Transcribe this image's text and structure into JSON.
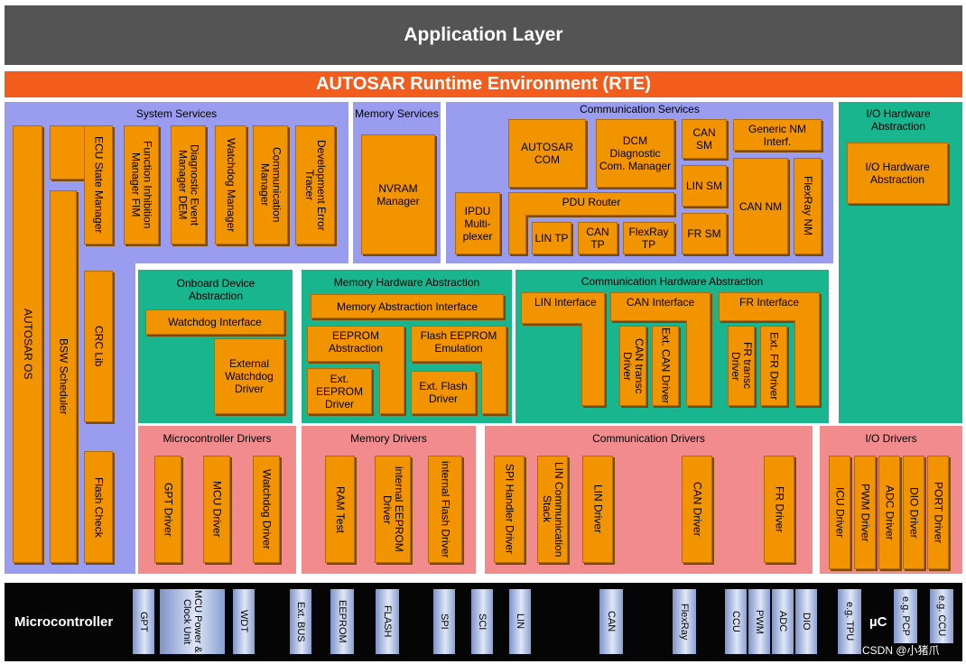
{
  "application_layer": "Application Layer",
  "rte": "AUTOSAR Runtime Environment (RTE)",
  "system_services": {
    "title": "System Services",
    "autosar_os": "AUTOSAR OS",
    "bsw_scheduler": "BSW Scheduler",
    "ecu_state_manager": "ECU State Manager",
    "function_inhibition": "Function Inhibition Manager FIM",
    "diagnostic_event": "Diagnostic Event Manager DEM",
    "watchdog_manager": "Watchdog Manager",
    "communication_manager": "Communication Manager",
    "development_error_tracer": "Development Error Tracer",
    "crc_lib": "CRC Lib",
    "flash_check": "Flash Check"
  },
  "memory_services": {
    "title": "Memory Services",
    "nvram_manager": "NVRAM Manager"
  },
  "communication_services": {
    "title": "Communication Services",
    "autosar_com": "AUTOSAR COM",
    "dcm": "DCM Diagnostic Com. Manager",
    "can_sm": "CAN SM",
    "generic_nm": "Generic NM Interf.",
    "lin_sm": "LIN SM",
    "can_nm": "CAN NM",
    "flexray_nm": "FlexRay NM",
    "fr_sm": "FR SM",
    "ipdu_multiplexer": "IPDU Multi-plexer",
    "pdu_router": "PDU Router",
    "lin_tp": "LIN TP",
    "can_tp": "CAN TP",
    "flexray_tp": "FlexRay TP"
  },
  "io_hw_abstraction": {
    "title": "I/O Hardware Abstraction",
    "box": "I/O Hardware Abstraction"
  },
  "onboard_device_abstraction": {
    "title": "Onboard Device Abstraction",
    "watchdog_interface": "Watchdog Interface",
    "external_watchdog_driver": "External Watchdog Driver"
  },
  "memory_hw_abstraction": {
    "title": "Memory Hardware Abstraction",
    "memory_abstraction_interface": "Memory Abstraction Interface",
    "eeprom_abstraction": "EEPROM Abstraction",
    "flash_eeprom_emulation": "Flash EEPROM Emulation",
    "ext_eeprom_driver": "Ext. EEPROM Driver",
    "ext_flash_driver": "Ext. Flash Driver"
  },
  "comm_hw_abstraction": {
    "title": "Communication Hardware Abstraction",
    "lin_interface": "LIN Interface",
    "can_interface": "CAN Interface",
    "fr_interface": "FR Interface",
    "can_transc_driver": "CAN transc Driver",
    "ext_can_driver": "Ext. CAN Driver",
    "fr_transc_driver": "FR transc Driver",
    "ext_fr_driver": "Ext. FR Driver"
  },
  "microcontroller_drivers": {
    "title": "Microcontroller Drivers",
    "gpt_driver": "GPT Driver",
    "mcu_driver": "MCU Driver",
    "watchdog_driver": "Watchdog Driver"
  },
  "memory_drivers": {
    "title": "Memory Drivers",
    "ram_test": "RAM Test",
    "internal_eeprom_driver": "internal EEPROM Driver",
    "internal_flash_driver": "internal Flash Driver"
  },
  "communication_drivers": {
    "title": "Communication Drivers",
    "spi_handler_driver": "SPI Handler Driver",
    "lin_communication_stack": "LIN Communication Stack",
    "lin_driver": "LIN Driver",
    "can_driver": "CAN Driver",
    "fr_driver": "FR Driver"
  },
  "io_drivers": {
    "title": "I/O Drivers",
    "icu_driver": "ICU Driver",
    "pwm_driver": "PWM Driver",
    "adc_driver": "ADC Driver",
    "dio_driver": "DIO Driver",
    "port_driver": "PORT Driver"
  },
  "microcontroller": {
    "label": "Microcontroller",
    "uc": "µC",
    "chips": [
      "GPT",
      "MCU Power & Clock Unit",
      "WDT",
      "Ext. BUS",
      "EEPROM",
      "FLASH",
      "SPI",
      "SCI",
      "LIN",
      "CAN",
      "FlexRay",
      "CCU",
      "PWM",
      "ADC",
      "DIO",
      "e.g. TPU",
      "e.g. PCP",
      "e.g. CCU"
    ]
  },
  "credit": "CSDN @小猪爪",
  "colors": {
    "application_layer": "#545454",
    "rte": "#f25c1c",
    "services": "#9a9cf0",
    "abstraction": "#19b58f",
    "drivers": "#f28b8e",
    "component": "#f29400",
    "microcontroller": "#050505"
  }
}
